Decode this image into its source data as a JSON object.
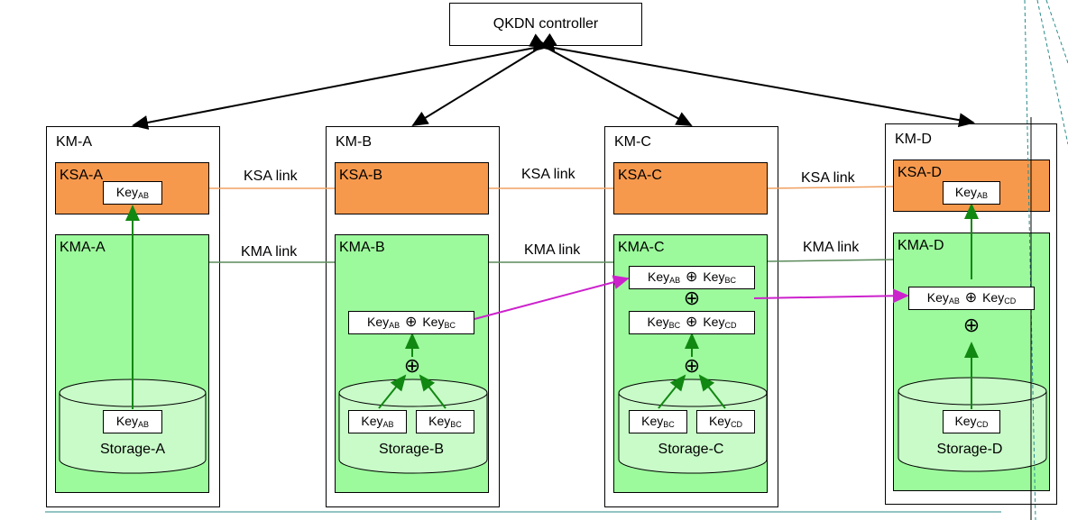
{
  "controller": {
    "label": "QKDN controller"
  },
  "links": {
    "ksa": [
      "KSA link",
      "KSA link",
      "KSA link"
    ],
    "kma": [
      "KMA link",
      "KMA link",
      "KMA link"
    ]
  },
  "nodes": [
    {
      "km": "KM-A",
      "ksa": "KSA-A",
      "kma": "KMA-A",
      "storage": "Storage-A"
    },
    {
      "km": "KM-B",
      "ksa": "KSA-B",
      "kma": "KMA-B",
      "storage": "Storage-B"
    },
    {
      "km": "KM-C",
      "ksa": "KSA-C",
      "kma": "KMA-C",
      "storage": "Storage-C"
    },
    {
      "km": "KM-D",
      "ksa": "KSA-D",
      "kma": "KMA-D",
      "storage": "Storage-D"
    }
  ],
  "keys": {
    "base": "Key",
    "ab": "AB",
    "bc": "BC",
    "cd": "CD",
    "xor": "⊕"
  },
  "colors": {
    "ksa_fill": "#f6994d",
    "kma_fill": "#9cfa9c",
    "storage_fill": "#c9fbc9",
    "green_arrow": "#118811",
    "magenta_arrow": "#cc22cc",
    "ksa_link": "#f0a060",
    "kma_link": "#5a8a5a"
  }
}
